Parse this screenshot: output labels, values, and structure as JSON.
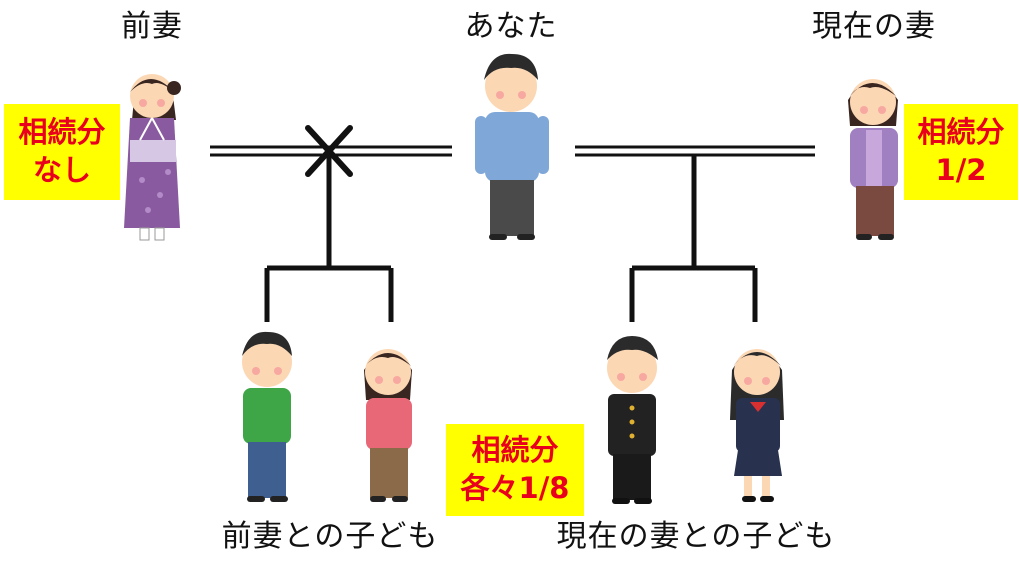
{
  "people": {
    "ex_wife": {
      "label": "前妻"
    },
    "you": {
      "label": "あなた"
    },
    "current_wife": {
      "label": "現在の妻"
    }
  },
  "groups": {
    "ex_children": {
      "label": "前妻との子ども"
    },
    "current_children": {
      "label": "現在の妻との子ども"
    }
  },
  "badges": {
    "ex_wife": {
      "line1": "相続分",
      "line2": "なし"
    },
    "current_wife": {
      "line1": "相続分",
      "line2": "1/2"
    },
    "children": {
      "line1": "相続分",
      "line2": "各々1/8"
    }
  },
  "colors": {
    "badge_bg": "#ffff00",
    "badge_text": "#e8001c",
    "line": "#111111"
  }
}
